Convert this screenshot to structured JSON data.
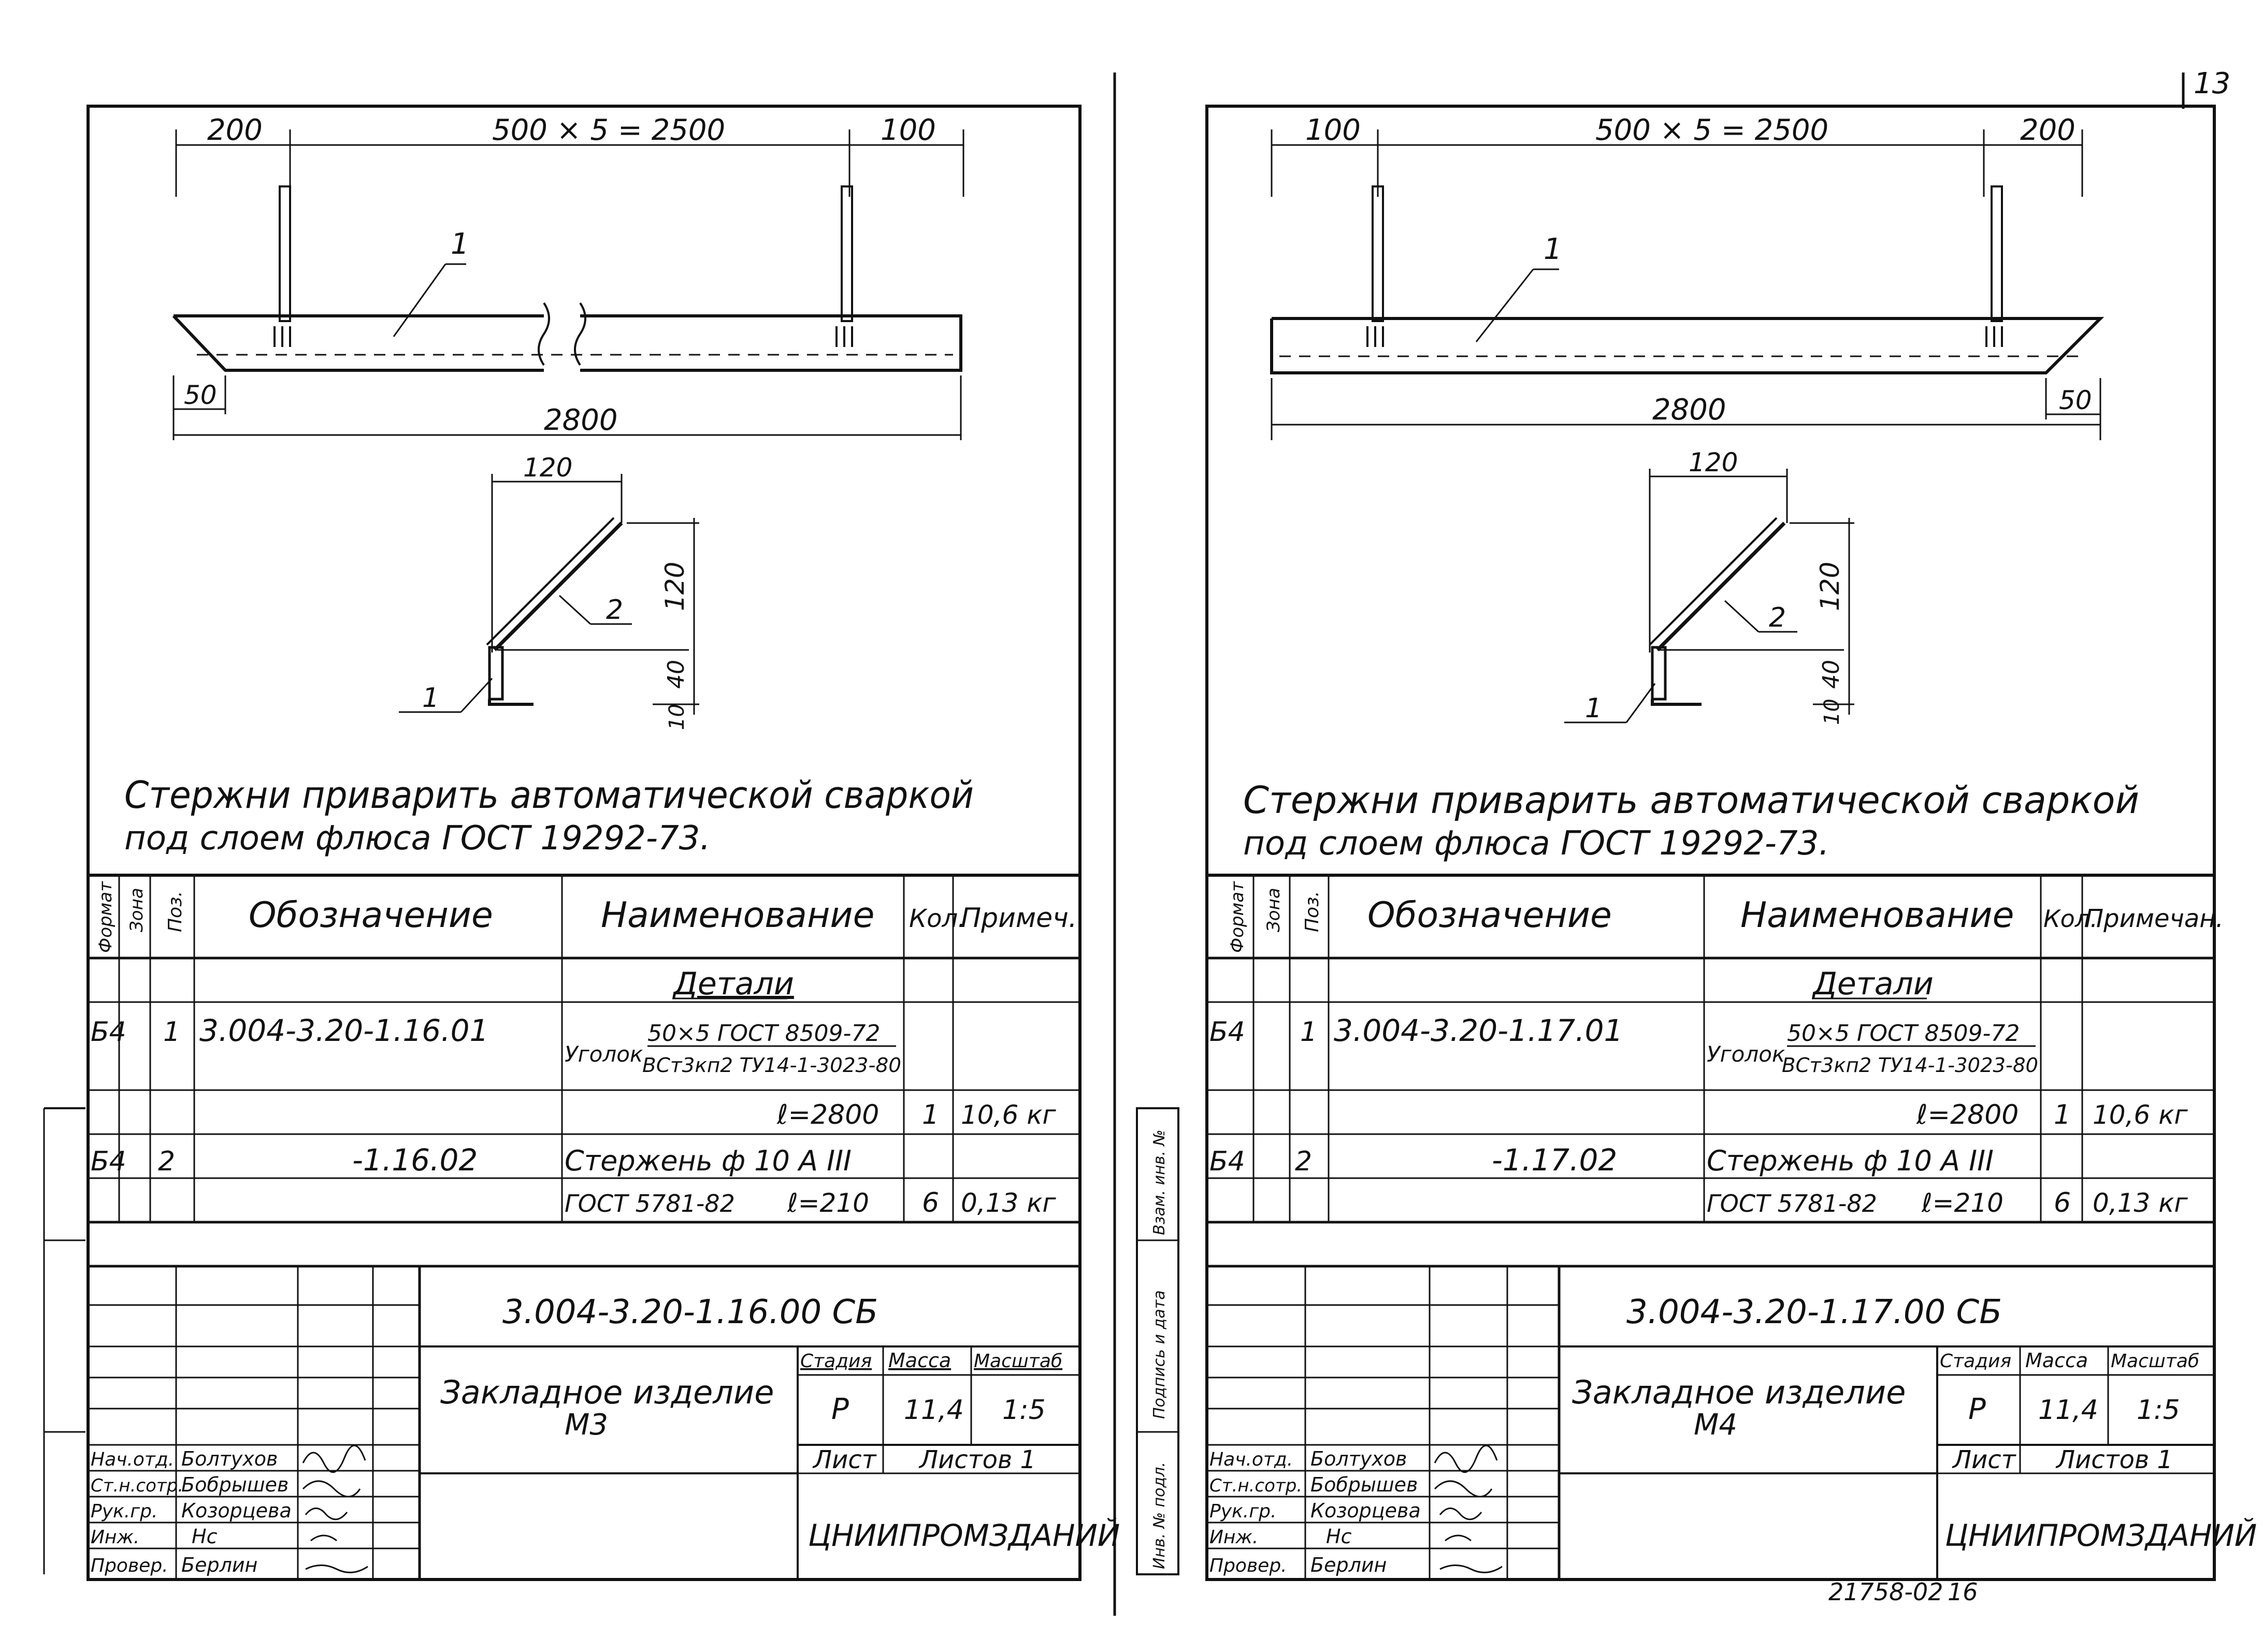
{
  "page_number": "13",
  "bottom_code": "21758-02",
  "bottom_page": "16",
  "side_stamp_labels": [
    "Инв. № подл.",
    "Подпись и дата",
    "Взам. инв. №"
  ],
  "sheets": [
    {
      "drawing": {
        "dim_left": "200",
        "dim_mid": "500 × 5 = 2500",
        "dim_right": "100",
        "dim_bevel": "50",
        "dim_total": "2800",
        "callout_plate": "1",
        "section_width": "120",
        "section_height": "120",
        "section_leg": "40",
        "section_thk": "10",
        "callout_rod": "2",
        "callout_angle": "1"
      },
      "note_line1": "Стержни приварить автоматической сваркой",
      "note_line2": "под слоем флюса ГОСТ 19292-73.",
      "spec": {
        "headers": {
          "format": "Формат",
          "zone": "Зона",
          "pos": "Поз.",
          "designation": "Обозначение",
          "name": "Наименование",
          "qty": "Кол.",
          "note": "Примеч."
        },
        "section_title": "Детали",
        "row1": {
          "format": "Б4",
          "pos": "1",
          "designation": "3.004-3.20-1.16.01",
          "name_a": "Уголок",
          "name_b": "50×5 ГОСТ 8509-72",
          "name_c": "ВСт3кп2 ТУ14-1-3023-80",
          "length": "ℓ=2800",
          "qty": "1",
          "mass": "10,6 кг"
        },
        "row2": {
          "format": "Б4",
          "pos": "2",
          "designation": "-1.16.02",
          "name_a": "Стержень ф 10 А III",
          "name_b": "ГОСТ 5781-82",
          "length": "ℓ=210",
          "qty": "6",
          "mass": "0,13 кг"
        }
      },
      "title_block": {
        "doc_code": "3.004-3.20-1.16.00 СБ",
        "item_name": "Закладное изделие",
        "item_mark": "М3",
        "stage_label": "Стадия",
        "mass_label": "Масса",
        "scale_label": "Масштаб",
        "stage": "Р",
        "mass": "11,4",
        "scale": "1:5",
        "sheet_label": "Лист",
        "sheets_label": "Листов 1",
        "org": "ЦНИИПРОМЗДАНИЙ",
        "roles": [
          "Нач.отд.",
          "Ст.н.сотр.",
          "Рук.гр.",
          "Инж.",
          "Провер."
        ],
        "names": [
          "Болтухов",
          "Бобрышев",
          "Козорцева",
          "Нс",
          "Берлин"
        ]
      }
    },
    {
      "drawing": {
        "dim_left": "100",
        "dim_mid": "500 × 5 = 2500",
        "dim_right": "200",
        "dim_bevel": "50",
        "dim_total": "2800",
        "callout_plate": "1",
        "section_width": "120",
        "section_height": "120",
        "section_leg": "40",
        "section_thk": "10",
        "callout_rod": "2",
        "callout_angle": "1"
      },
      "note_line1": "Стержни приварить автоматической сваркой",
      "note_line2": "под слоем флюса ГОСТ 19292-73.",
      "spec": {
        "headers": {
          "format": "Формат",
          "zone": "Зона",
          "pos": "Поз.",
          "designation": "Обозначение",
          "name": "Наименование",
          "qty": "Кол.",
          "note": "Примечан."
        },
        "section_title": "Детали",
        "row1": {
          "format": "Б4",
          "pos": "1",
          "designation": "3.004-3.20-1.17.01",
          "name_a": "Уголок",
          "name_b": "50×5 ГОСТ 8509-72",
          "name_c": "ВСт3кп2 ТУ14-1-3023-80",
          "length": "ℓ=2800",
          "qty": "1",
          "mass": "10,6 кг"
        },
        "row2": {
          "format": "Б4",
          "pos": "2",
          "designation": "-1.17.02",
          "name_a": "Стержень ф 10 А III",
          "name_b": "ГОСТ 5781-82",
          "length": "ℓ=210",
          "qty": "6",
          "mass": "0,13 кг"
        }
      },
      "title_block": {
        "doc_code": "3.004-3.20-1.17.00 СБ",
        "item_name": "Закладное изделие",
        "item_mark": "М4",
        "stage_label": "Стадия",
        "mass_label": "Масса",
        "scale_label": "Масштаб",
        "stage": "Р",
        "mass": "11,4",
        "scale": "1:5",
        "sheet_label": "Лист",
        "sheets_label": "Листов 1",
        "org": "ЦНИИПРОМЗДАНИЙ",
        "roles": [
          "Нач.отд.",
          "Ст.н.сотр.",
          "Рук.гр.",
          "Инж.",
          "Провер."
        ],
        "names": [
          "Болтухов",
          "Бобрышев",
          "Козорцева",
          "Нс",
          "Берлин"
        ]
      }
    }
  ]
}
